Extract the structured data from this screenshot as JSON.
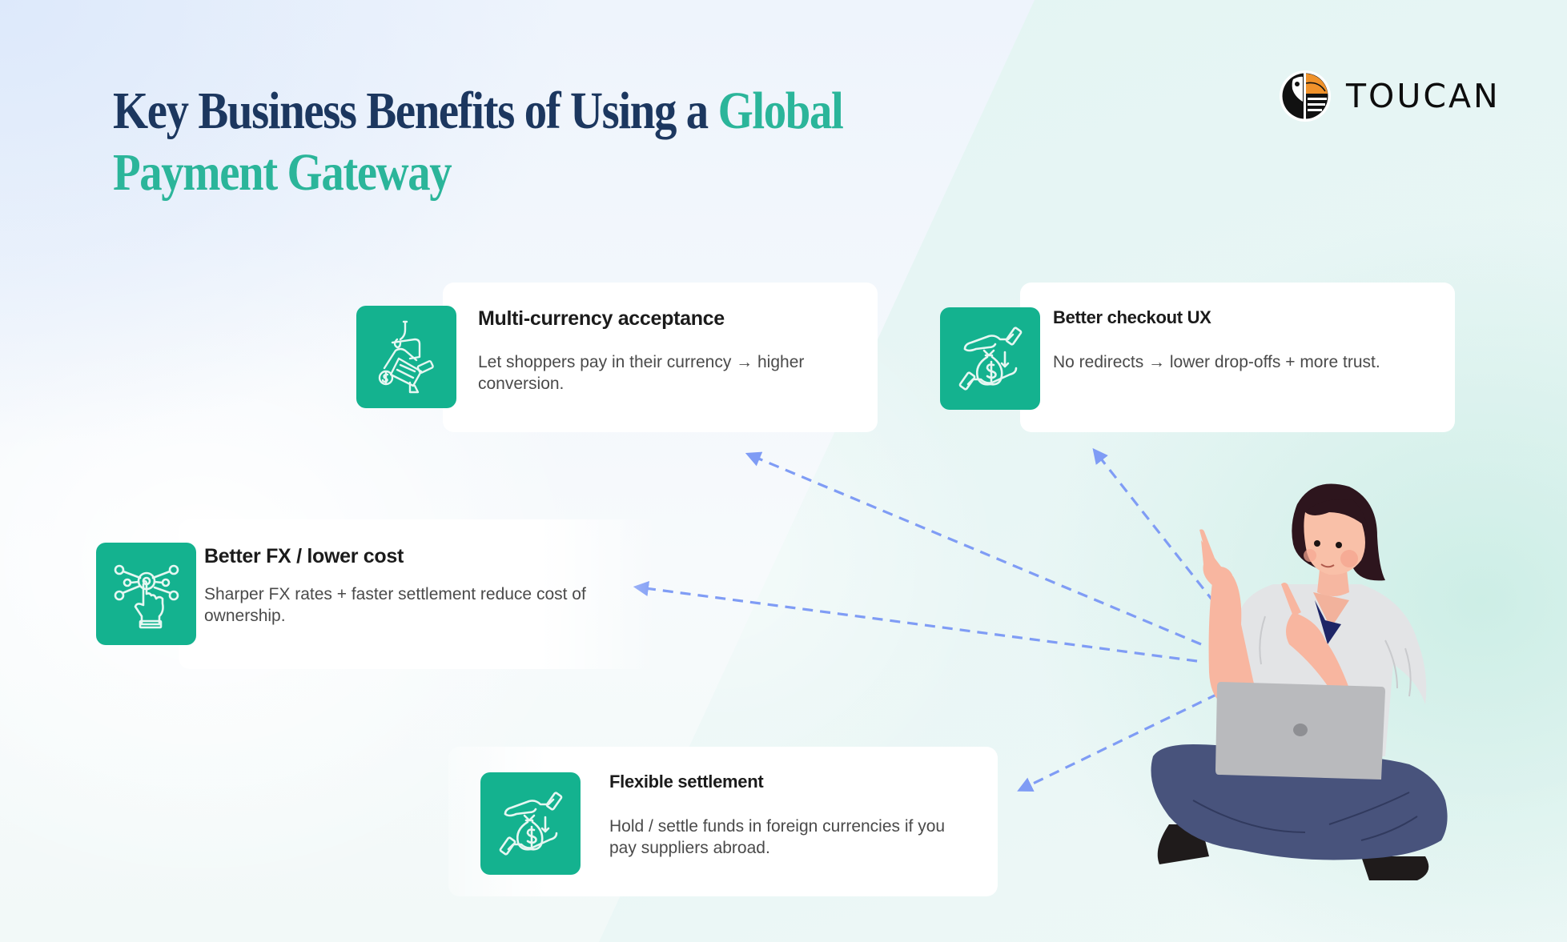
{
  "header": {
    "title_main": "Key Business Benefits of Using a ",
    "title_accent_1": "Global",
    "title_accent_2": "Payment Gateway"
  },
  "brand": {
    "name": "TOUCAN",
    "logo_icon": "toucan-logo-icon"
  },
  "colors": {
    "title_navy": "#1c375f",
    "title_teal": "#2bb59a",
    "tile_green": "#14b28f",
    "arrow_blue": "#7f9cf5",
    "logo_orange": "#f0922b"
  },
  "benefits": [
    {
      "icon": "currency-exchange-icon",
      "title": "Multi-currency acceptance",
      "body": "Let shoppers pay in their currency → higher conversion."
    },
    {
      "icon": "money-bag-hands-icon",
      "title": "Better checkout UX",
      "body": "No redirects → lower drop-offs + more trust."
    },
    {
      "icon": "network-touch-icon",
      "title": "Better FX / lower cost",
      "body": "Sharper FX rates + faster settlement reduce cost of ownership."
    },
    {
      "icon": "money-bag-hands-icon",
      "title": "Flexible settlement",
      "body": "Hold / settle funds in foreign currencies if you pay suppliers abroad."
    }
  ],
  "illustration": {
    "subject": "woman-pointing-with-laptop-illustration"
  }
}
